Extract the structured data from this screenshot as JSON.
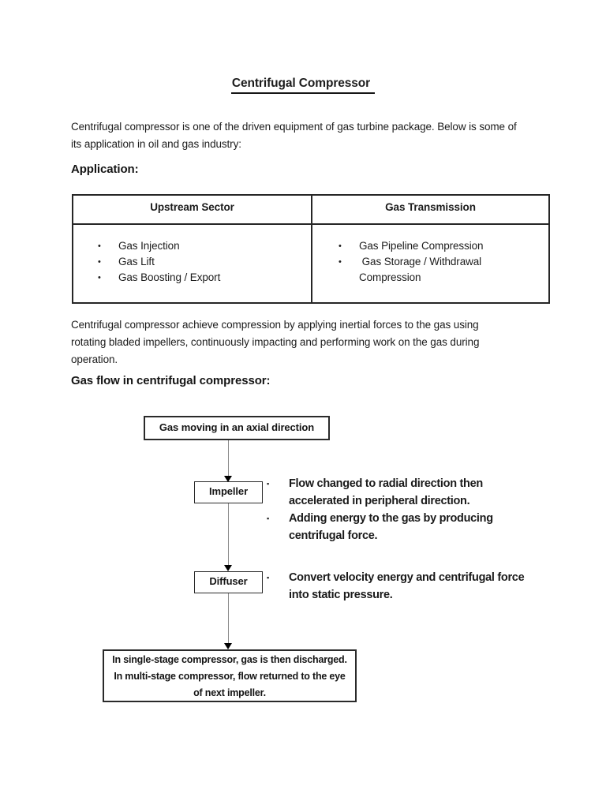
{
  "glyphs": {
    "dot": "•",
    "square": "▪"
  },
  "colors": {
    "text": "#1c1c1c",
    "border": "#262626",
    "flow_line": "#8a8a8a",
    "arrow": "#000000"
  },
  "doc": {
    "title": "Centrifugal Compressor",
    "intro": "Centrifugal compressor is one of the driven equipment of gas turbine package. Below is some of\nits application in oil and gas industry:",
    "application_heading": "Application:",
    "table": {
      "headers": [
        "Upstream Sector",
        "Gas Transmission"
      ],
      "upstream_items": [
        "Gas Injection",
        "Gas Lift",
        "Gas Boosting / Export"
      ],
      "transmission_items": [
        "Gas Pipeline Compression",
        " Gas Storage / Withdrawal\nCompression"
      ]
    },
    "body_paragraph": "Centrifugal compressor achieve compression by applying inertial forces to the gas using\nrotating bladed impellers, continuously impacting and performing work on the gas during\noperation.",
    "gasflow_heading": "Gas flow in centrifugal compressor:",
    "flowchart": {
      "box_axial": "Gas moving in an axial direction",
      "impeller_label": "Impeller",
      "impeller_bullets": [
        "Flow changed to radial direction then\naccelerated in peripheral direction.",
        "Adding energy to the gas by producing\ncentrifugal force."
      ],
      "diffuser_label": "Diffuser",
      "diffuser_bullets": [
        "Convert velocity energy and centrifugal force\ninto static pressure."
      ],
      "final_box": "In single-stage compressor, gas is then discharged.\nIn multi-stage compressor, flow returned to the eye\nof next impeller."
    }
  }
}
